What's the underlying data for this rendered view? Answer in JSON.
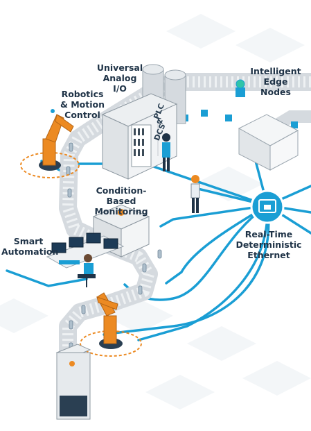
{
  "labels": {
    "universal_analog_io": "Universal\nAnalog I/O",
    "intelligent_edge_nodes": "Intelligent\nEdge Nodes",
    "robotics_motion_control": "Robotics\n& Motion\nControl",
    "condition_based_monitoring": "Condition-Based\nMonitoring",
    "smart_automation": "Smart\nAutomation",
    "real_time_deterministic_ethernet": "Real-Time\nDeterministic\nEthernet"
  },
  "cabinet_text": {
    "plc": "PLC",
    "amp": "&",
    "dcs": "DCS"
  },
  "colors": {
    "network_line": "#1a9ed4",
    "robot_orange": "#ec8a22",
    "conveyor_gray": "#c9ced3",
    "label_text": "#1f3347"
  }
}
